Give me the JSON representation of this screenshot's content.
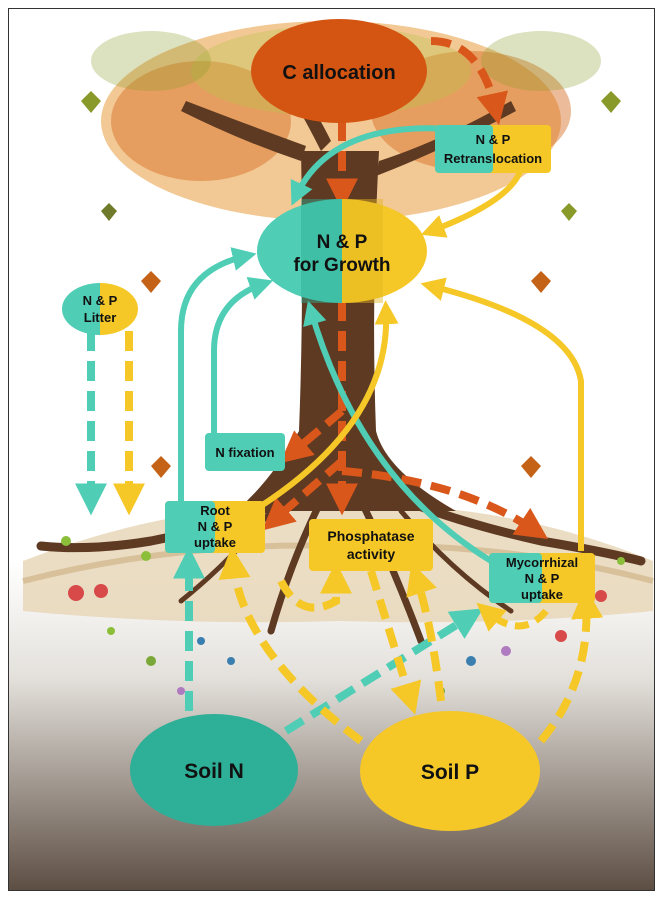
{
  "nodes": {
    "c_allocation": "C allocation",
    "retranslocation": {
      "line1": "N & P",
      "line2": "Retranslocation"
    },
    "growth": {
      "line1": "N & P",
      "line2": "for Growth"
    },
    "litter": {
      "line1": "N & P",
      "line2": "Litter"
    },
    "n_fixation": "N fixation",
    "root_uptake": {
      "line1": "Root",
      "line2": "N & P",
      "line3": "uptake"
    },
    "phosphatase": {
      "line1": "Phosphatase",
      "line2": "activity"
    },
    "mycorrhizal": {
      "line1": "Mycorrhizal",
      "line2": "N & P",
      "line3": "uptake"
    },
    "soil_n": "Soil N",
    "soil_p": "Soil P"
  },
  "colors": {
    "teal": "#4fcdb5",
    "teal_dark": "#2eaf97",
    "yellow": "#f5c827",
    "orange": "#d9571a",
    "orange_fill": "#d45512"
  }
}
